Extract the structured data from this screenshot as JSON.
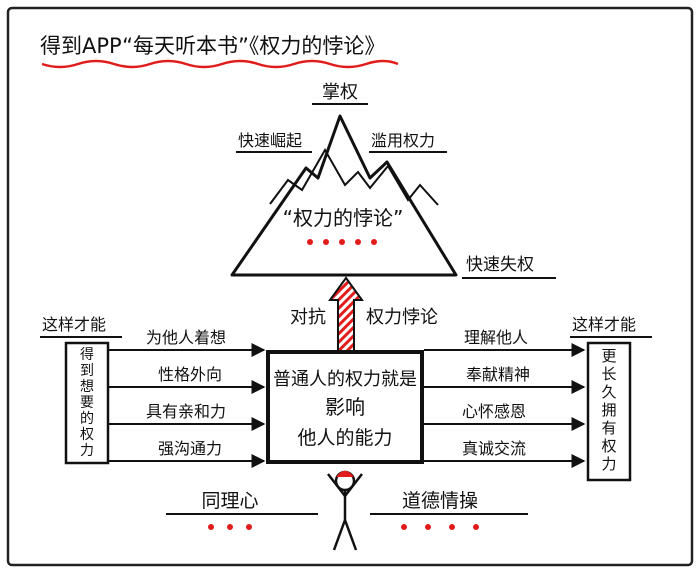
{
  "title": "得到APP“每天听本书”《权力的悖论》",
  "peak": {
    "top": "掌权",
    "left": "快速崛起",
    "right": "滥用权力",
    "fall": "快速失权",
    "center": "“权力的悖论”"
  },
  "arrow": {
    "left": "对抗",
    "right": "权力悖论"
  },
  "left": {
    "header": "这样才能",
    "box_chars": [
      "得",
      "到",
      "想",
      "要",
      "的",
      "权",
      "力"
    ],
    "arrows": [
      "为他人着想",
      "性格外向",
      "具有亲和力",
      "强沟通力"
    ]
  },
  "center": {
    "line1": "普通人的权力就是",
    "line2": "影响",
    "line3": "他人的能力"
  },
  "right": {
    "header": "这样才能",
    "box_chars": [
      "更",
      "长",
      "久",
      "拥",
      "有",
      "权",
      "力"
    ],
    "arrows": [
      "理解他人",
      "奉献精神",
      "心怀感恩",
      "真诚交流"
    ]
  },
  "bottom": {
    "left": "同理心",
    "right": "道德情操"
  },
  "colors": {
    "ink": "#111111",
    "accent": "#e21b1b",
    "paper": "#ffffff",
    "frame": "#222222"
  }
}
